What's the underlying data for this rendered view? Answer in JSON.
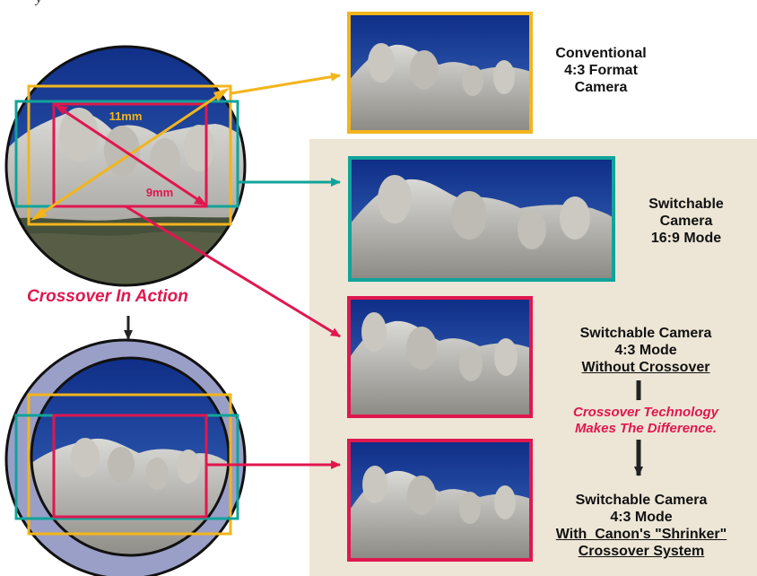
{
  "labels": {
    "top_partial": "y",
    "diagonal_large": "11mm",
    "diagonal_small": "9mm",
    "crossover_in_action": "Crossover In Action",
    "crossover_technology": [
      "Crossover Technology",
      "Makes The Difference."
    ]
  },
  "captions": {
    "conventional": [
      "Conventional",
      "4:3 Format",
      "Camera"
    ],
    "switchable_169": [
      "Switchable",
      "Camera",
      "16:9 Mode"
    ],
    "switchable_43_without": [
      "Switchable Camera",
      "4:3 Mode",
      "Without Crossover"
    ],
    "switchable_43_with": [
      "Switchable Camera",
      "4:3 Mode",
      "With  Canon's \"Shrinker\"",
      "Crossover System"
    ]
  },
  "colors": {
    "yellow_frame": "#f2b51c",
    "teal_frame": "#11a39a",
    "red_frame": "#e0174f",
    "sky_blue": "#1c3f9a",
    "panel_beige": "#ede6d6"
  }
}
